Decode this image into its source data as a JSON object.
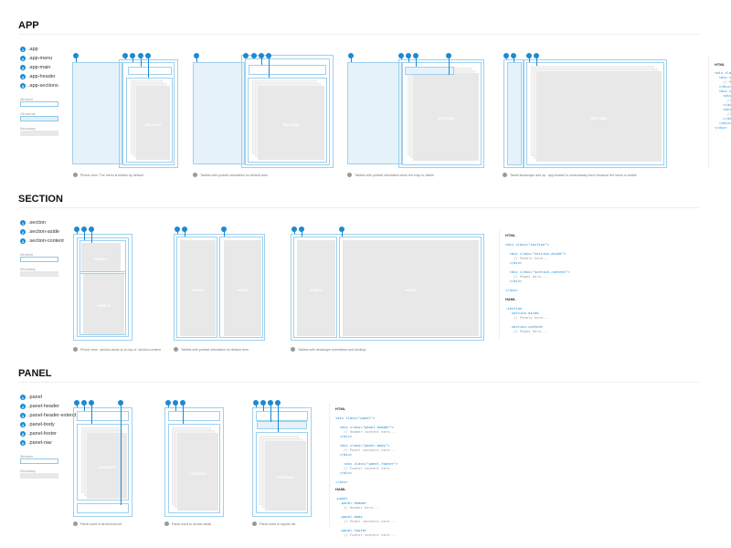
{
  "sections": [
    {
      "title": "APP",
      "legend": [
        {
          "n": "1",
          "label": ".app"
        },
        {
          "n": "2",
          "label": ".app-menu"
        },
        {
          "n": "3",
          "label": ".app-main"
        },
        {
          "n": "4",
          "label": ".app-header"
        },
        {
          "n": "5",
          "label": ".app-sections"
        }
      ],
      "keys": {
        "structure": "Structure",
        "offcanvas": "Off canvas",
        "secondary": "Secondary"
      },
      "box_label": "SECTIONS",
      "captions": [
        "Phone view: The menu is hidden by default",
        "Tablets with portrait orientation for default view",
        "Tablets with portrait orientation when the map is visible",
        "Tablet landscape and up: .app-header is unnecessary here because the menu is visible"
      ],
      "code": {
        "html_heading": "HTML",
        "lines": [
          "<div cla",
          "  <div c",
          "    // M",
          "  </div>",
          "  <div c",
          "    <div",
          "      //",
          "    </di",
          "    <div",
          "      //",
          "    </di",
          "  </div>",
          "</div>"
        ]
      }
    },
    {
      "title": "SECTION",
      "legend": [
        {
          "n": "1",
          "label": ".section"
        },
        {
          "n": "2",
          "label": ".section-aside"
        },
        {
          "n": "3",
          "label": ".section-content"
        }
      ],
      "keys": {
        "structure": "Structure",
        "secondary": "Secondary"
      },
      "labels": {
        "panels": "PANELS",
        "pages": "PAGES"
      },
      "captions": [
        "Phone view: .section-aside is on top of .section-content",
        "Tablets with portrait orientation for default view",
        "Tablets with landscape orientation and desktop"
      ],
      "code": {
        "html_heading": "HTML",
        "html": [
          "<div class=\"section\">",
          "",
          "  <div class=\"section-aside\">",
          "    // Panels here...",
          "  </div>",
          "",
          "  <div class=\"section-content\">",
          "    // Pages here...",
          "  </div>",
          "",
          "</div>"
        ],
        "haml_heading": "HAML",
        "haml": [
          ".section",
          "  .section-aside",
          "    // Panels here...",
          "",
          "  .section-content",
          "    // Pages here..."
        ]
      }
    },
    {
      "title": "PANEL",
      "legend": [
        {
          "n": "1",
          "label": ".panel"
        },
        {
          "n": "2",
          "label": ".panel-header"
        },
        {
          "n": "3",
          "label": ".panel-header-extend"
        },
        {
          "n": "4",
          "label": ".panel-body"
        },
        {
          "n": "5",
          "label": ".panel-footer"
        },
        {
          "n": "6",
          "label": ".panel-nav"
        }
      ],
      "keys": {
        "structure": "Structure",
        "secondary": "Secondary"
      },
      "box_label": "CONTENTS",
      "captions": [
        "Panel used in all devices list",
        "Panel used to device detail",
        "Panel used in reports list"
      ],
      "code": {
        "html_heading": "HTML",
        "html": [
          "<div class=\"panel\">",
          "",
          "  <div class=\"panel-header\">",
          "    // Header content here...",
          "  </div>",
          "",
          "  <div class=\"panel-body\">",
          "    // Panel contents here...",
          "  </div>",
          "",
          "    <div class=\"panel-footer\">",
          "    // Footer content here...",
          "  </div>",
          "",
          "</div>"
        ],
        "haml_heading": "HAML",
        "haml": [
          ".panel",
          "  .panel-header",
          "    // Header here...",
          "",
          "  .panel-body",
          "    // Panel contents here...",
          "",
          "  .panel-footer",
          "    // Footer content here..."
        ]
      }
    }
  ],
  "colors": {
    "accent": "#1b8ad3",
    "outline": "#9fd0ee",
    "offcanvas": "#e6f2fa",
    "secondary": "#e8e8e8"
  }
}
